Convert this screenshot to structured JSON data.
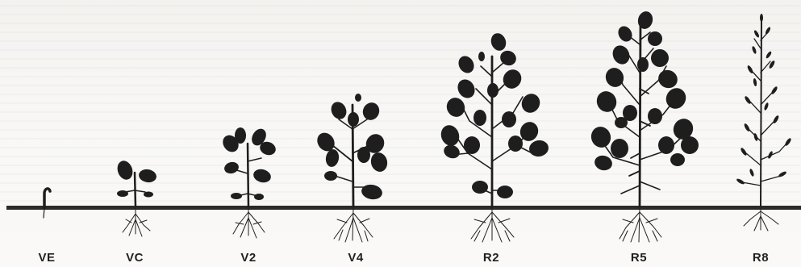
{
  "stages": [
    {
      "id": "ve",
      "label": "VE"
    },
    {
      "id": "vc",
      "label": "VC"
    },
    {
      "id": "v2",
      "label": "V2"
    },
    {
      "id": "v4",
      "label": "V4"
    },
    {
      "id": "r2",
      "label": "R2"
    },
    {
      "id": "r5",
      "label": "R5"
    },
    {
      "id": "r8",
      "label": "R8"
    }
  ],
  "colors": {
    "ink": "#1e1e1e",
    "ground": "#2a2a2a"
  }
}
